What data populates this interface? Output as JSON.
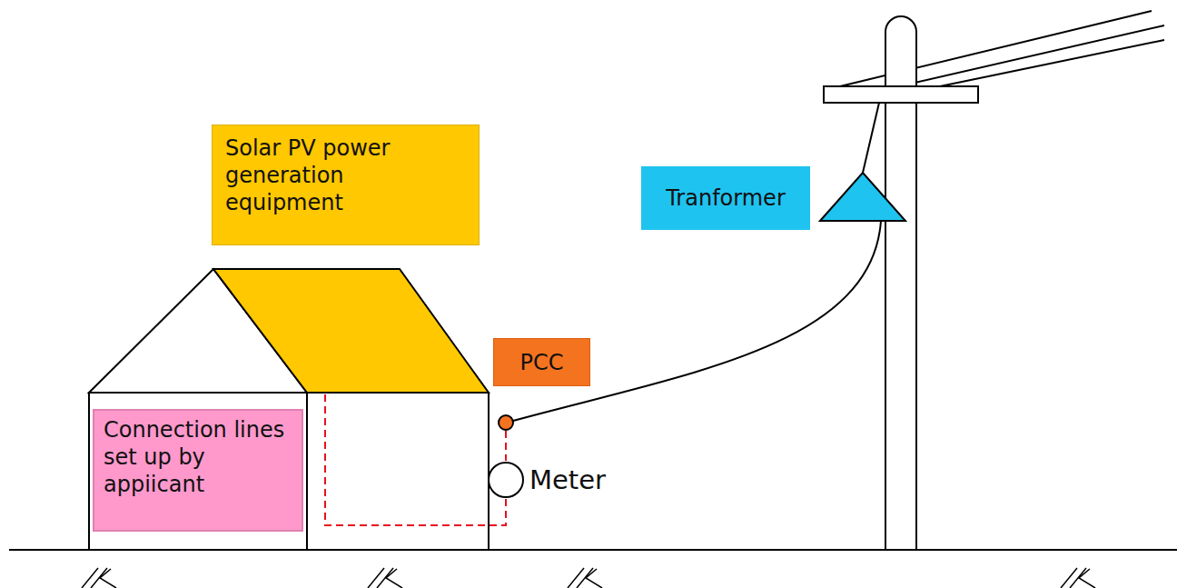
{
  "diagram": {
    "nodes": [
      {
        "text": [
          "Solar PV power generation equipment"
        ]
      },
      {
        "text": [
          "Tranformer"
        ]
      },
      {
        "text": [
          "PCC"
        ]
      },
      {
        "text": [
          "Connection lines set up by appiicant"
        ]
      },
      {
        "text": [
          "Meter"
        ]
      }
    ]
  }
}
